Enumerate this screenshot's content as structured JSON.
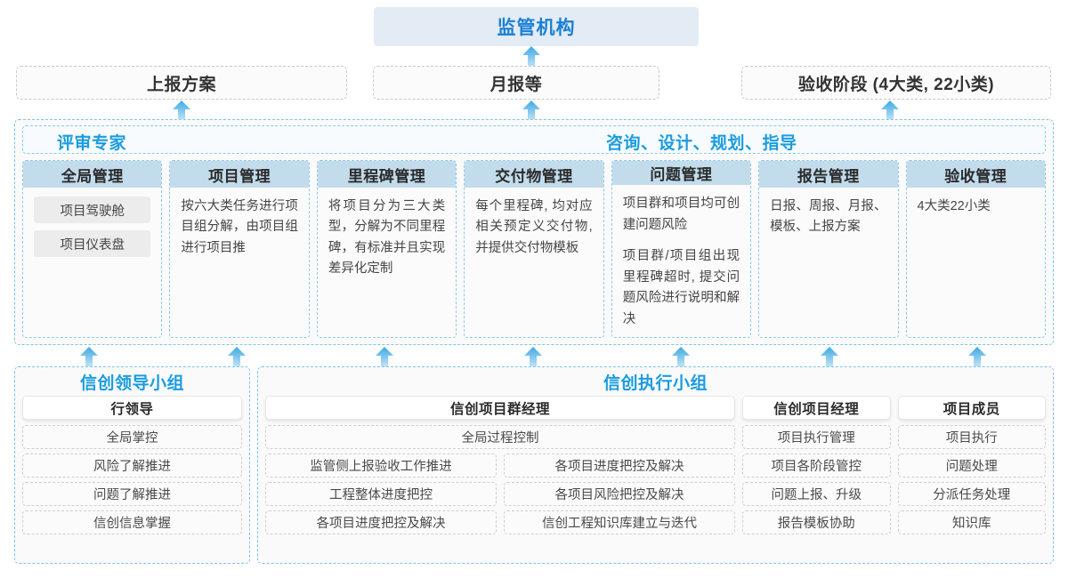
{
  "top": {
    "regulator": "监管机构",
    "reports": [
      {
        "label": "上报方案"
      },
      {
        "label": "月报等"
      },
      {
        "label": "验收阶段 (4大类, 22小类)"
      }
    ]
  },
  "middle": {
    "header_left": "评审专家",
    "header_right": "咨询、设计、规划、指导",
    "cards": [
      {
        "title": "全局管理",
        "chips": [
          "项目驾驶舱",
          "项目仪表盘"
        ],
        "paragraphs": []
      },
      {
        "title": "项目管理",
        "chips": [],
        "paragraphs": [
          "按六大类任务进行项目组分解，由项目组进行项目推"
        ]
      },
      {
        "title": "里程碑管理",
        "chips": [],
        "paragraphs": [
          "将项目分为三大类型，分解为不同里程碑，有标准并且实现差异化定制"
        ]
      },
      {
        "title": "交付物管理",
        "chips": [],
        "paragraphs": [
          "每个里程碑, 均对应相关预定义交付物, 并提供交付物模板"
        ]
      },
      {
        "title": "问题管理",
        "chips": [],
        "paragraphs": [
          "项目群和项目均可创建问题风险",
          "项目群/项目组出现里程碑超时, 提交问题风险进行说明和解决"
        ]
      },
      {
        "title": "报告管理",
        "chips": [],
        "paragraphs": [
          "日报、周报、月报、模板、上报方案"
        ]
      },
      {
        "title": "验收管理",
        "chips": [],
        "paragraphs": [
          "4大类22小类"
        ]
      }
    ]
  },
  "bottom": {
    "leader_group": {
      "title": "信创领导小组",
      "role": "行领导",
      "tasks": [
        "全局掌控",
        "风险了解推进",
        "问题了解推进",
        "信创信息掌握"
      ]
    },
    "exec_group": {
      "title": "信创执行小组",
      "program_manager": {
        "role": "信创项目群经理",
        "wide_task": "全局过程控制",
        "left_tasks": [
          "监管侧上报验收工作推进",
          "工程整体进度把控",
          "各项目进度把控及解决"
        ],
        "right_tasks": [
          "各项目进度把控及解决",
          "各项目风险把控及解决",
          "信创工程知识库建立与迭代"
        ]
      },
      "project_manager": {
        "role": "信创项目经理",
        "tasks": [
          "项目执行管理",
          "项目各阶段管控",
          "问题上报、升级",
          "报告模板协助"
        ]
      },
      "member": {
        "role": "项目成员",
        "tasks": [
          "项目执行",
          "问题处理",
          "分派任务处理",
          "知识库"
        ]
      }
    }
  },
  "arrows": {
    "icon": "arrow-up-icon",
    "color": "#4fb3e8",
    "top_row_x": [
      204,
      597,
      1000
    ],
    "mid_row_x": [
      100,
      266,
      432,
      599,
      765,
      932,
      1098
    ]
  },
  "colors": {
    "accent_blue": "#1b9ce0",
    "regulator_bg": "#e3ebf5",
    "card_head_bg": "#c3dcec",
    "arrow_blue": "#4fb3e8",
    "dashed_blue": "#7ec4e8",
    "dashed_gray": "#c9c9c9"
  }
}
